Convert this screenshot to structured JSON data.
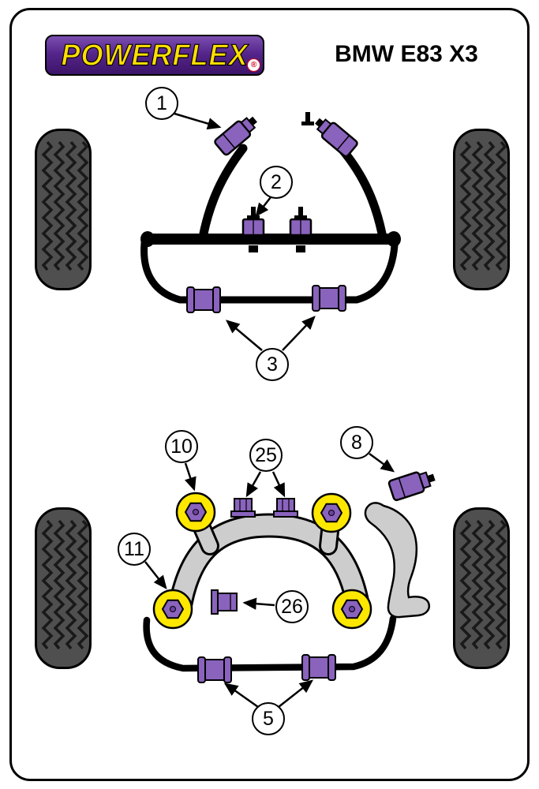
{
  "header": {
    "logo_text": "POWERFLEX",
    "logo_reg": "®",
    "title": "BMW E83 X3"
  },
  "callouts": [
    {
      "id": "1",
      "label": "1"
    },
    {
      "id": "2",
      "label": "2"
    },
    {
      "id": "3",
      "label": "3"
    },
    {
      "id": "10",
      "label": "10"
    },
    {
      "id": "25",
      "label": "25"
    },
    {
      "id": "8",
      "label": "8"
    },
    {
      "id": "11",
      "label": "11"
    },
    {
      "id": "26",
      "label": "26"
    },
    {
      "id": "5",
      "label": "5"
    }
  ],
  "colors": {
    "bushing_purple": "#8a63bd",
    "mount_yellow": "#ffe800",
    "logo_purple": "#55258b",
    "logo_text_yellow": "#ffdf00",
    "registered_red": "#d0021b",
    "subframe_gray": "#cdcdcd",
    "tire_gray": "#4f4f4f",
    "line_black": "#000000"
  }
}
